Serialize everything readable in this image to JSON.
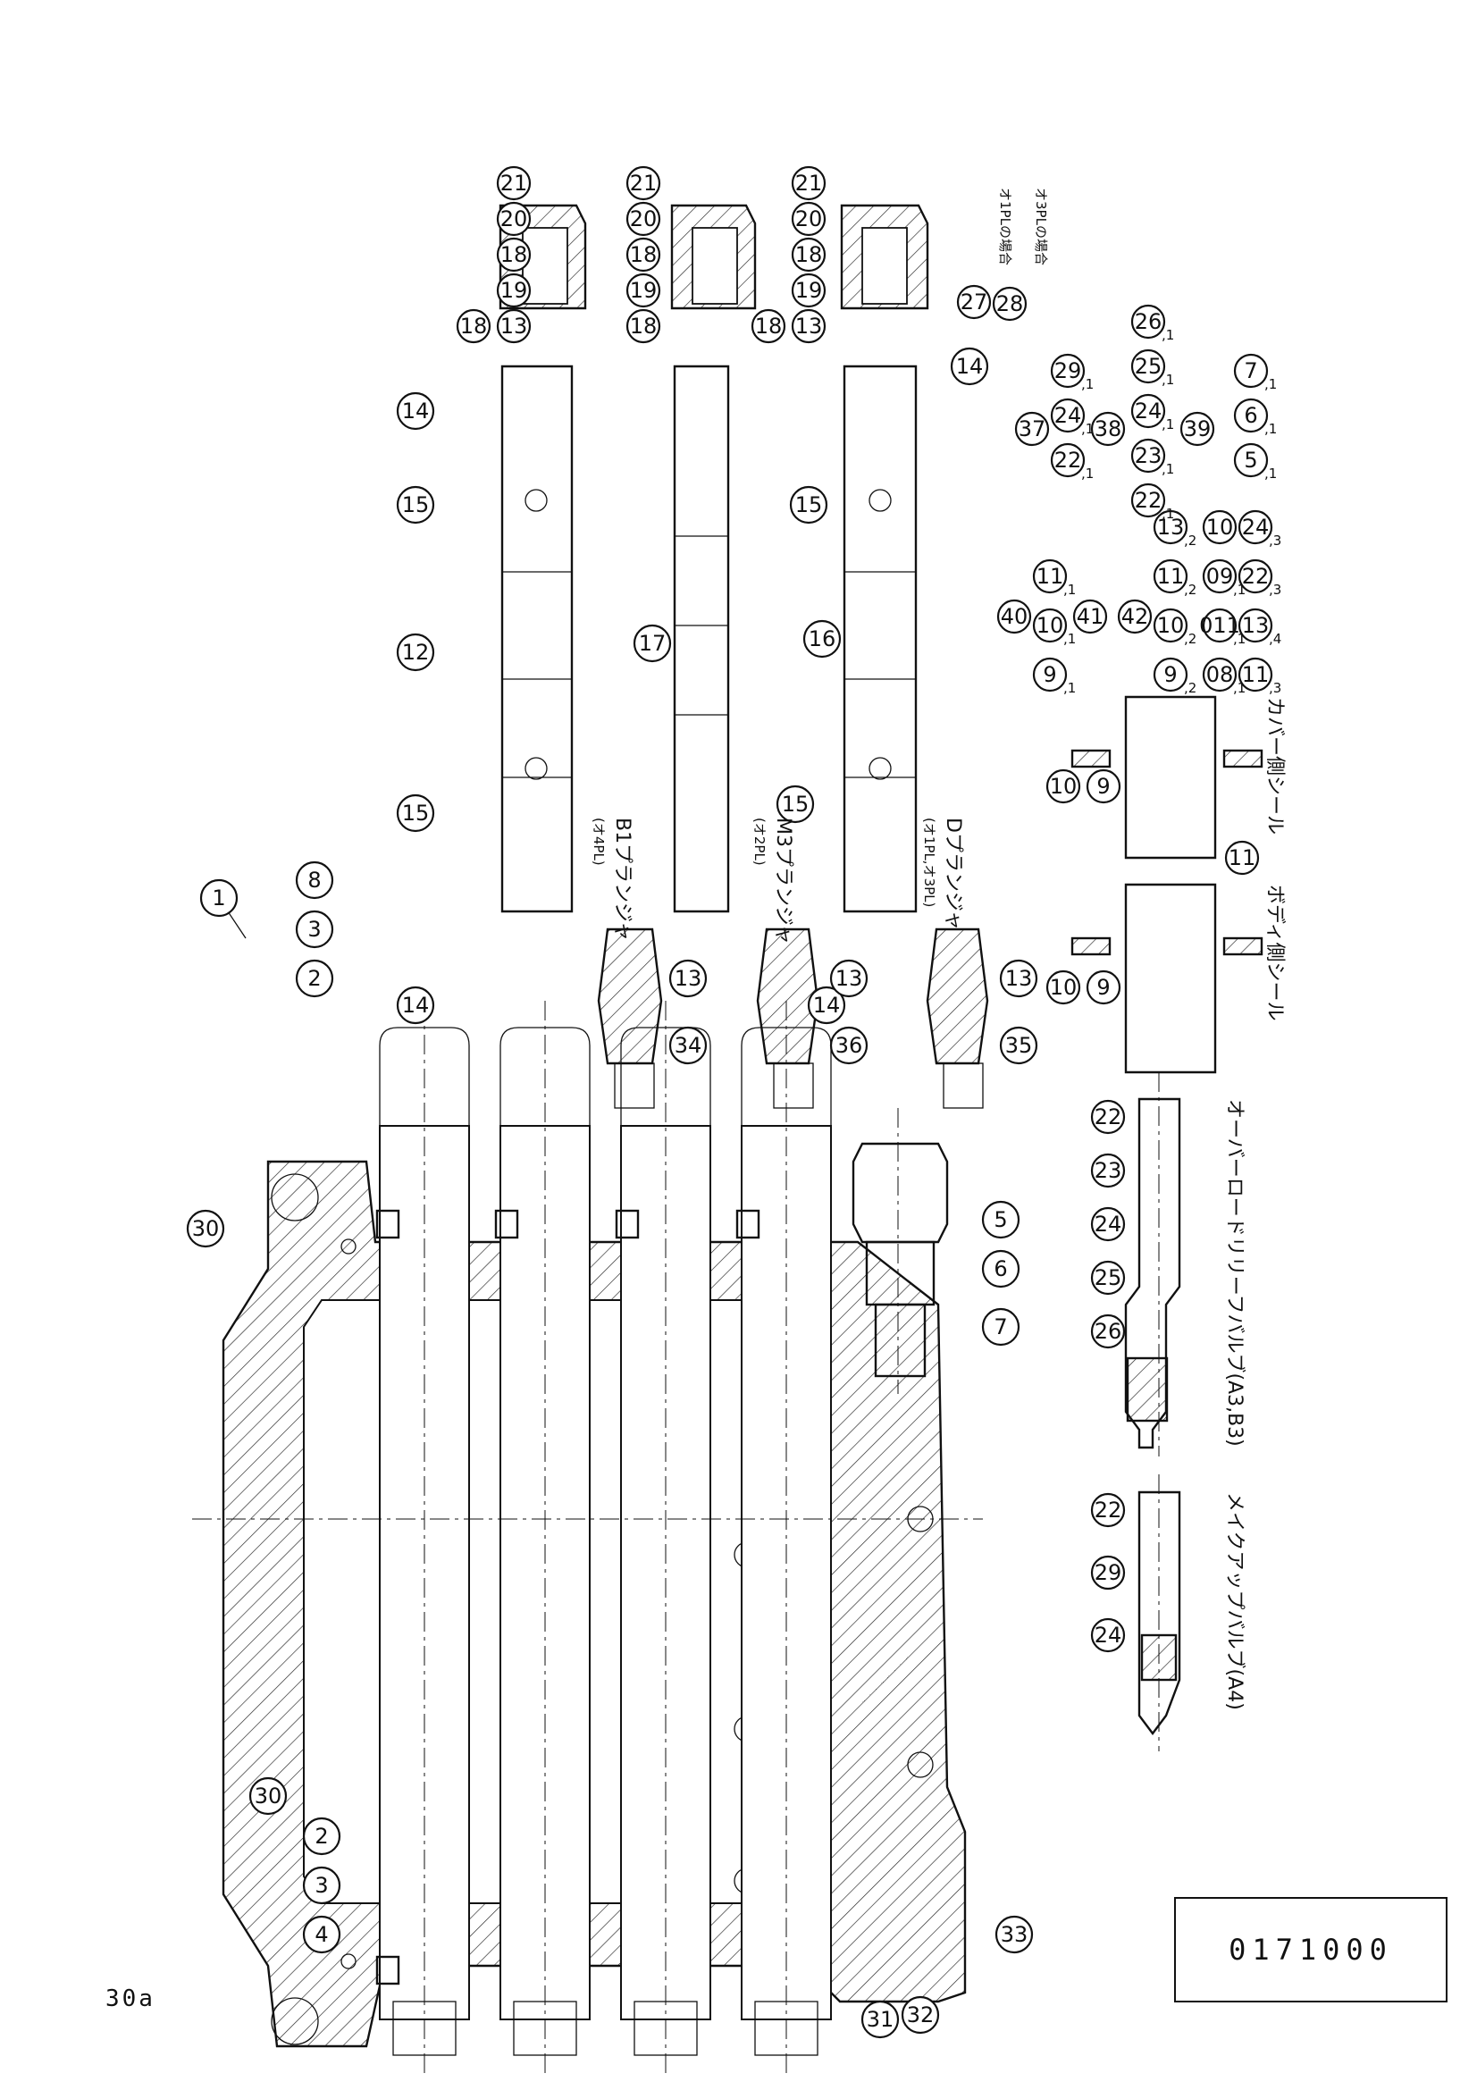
{
  "page_number": "30a",
  "drawing_code": "0171000",
  "callouts": {
    "body": [
      "1",
      "2",
      "3",
      "8",
      "30",
      "5",
      "6",
      "7",
      "30",
      "2",
      "3",
      "4",
      "32",
      "31",
      "33"
    ],
    "plungers_top": [
      "14",
      "15",
      "12",
      "15",
      "14",
      "17",
      "16",
      "15",
      "14",
      "14",
      "15",
      "13",
      "34",
      "13",
      "36",
      "13",
      "35"
    ],
    "caps": [
      "21",
      "20",
      "18",
      "19",
      "13",
      "18",
      "21",
      "20",
      "18",
      "19",
      "18",
      "21",
      "20",
      "18",
      "19",
      "13",
      "18",
      "27",
      "28"
    ],
    "sets": [
      "40",
      "9",
      "10",
      "11",
      "41",
      "42",
      "9",
      "10",
      "11",
      "13",
      "08",
      "011",
      "09",
      "10",
      "11",
      "13",
      "22",
      "24",
      "37",
      "22",
      "24",
      "29",
      "38",
      "22",
      "23",
      "24",
      "25",
      "26",
      "39",
      "5",
      "6",
      "7"
    ],
    "seals": [
      "9",
      "10",
      "9",
      "10",
      "11"
    ],
    "relief": [
      "22",
      "23",
      "24",
      "25",
      "26"
    ],
    "makeup": [
      "22",
      "29",
      "24"
    ]
  },
  "labels": {
    "plunger_b1": "B1プランジャ",
    "plunger_b1_sub": "(オ4PL)",
    "plunger_m3": "M3プランジャ",
    "plunger_m3_sub": "(オ2PL)",
    "plunger_d": "Dプランジャ",
    "plunger_d_sub": "(オ1PL,オ3PL)",
    "note_27": "オ1PLの場合",
    "note_28": "オ3PLの場合",
    "seal_body_side": "ボディ側シール",
    "seal_cover_side": "カバー側シール",
    "overload_relief": "オーバーロードリリーフバルブ(A3,B3)",
    "makeup_valve": "メイクアップバルブ(A4)"
  },
  "set_qty": {
    "s40": [
      ",1",
      ",1",
      ",1"
    ],
    "s41": [
      ",2",
      ",2",
      ",2",
      ",2"
    ],
    "s42": [
      ",1",
      ",1",
      ",1",
      ",3",
      ",4",
      ",3",
      ",3"
    ],
    "s37": [
      ",1",
      ",1",
      ",1"
    ],
    "s38": [
      ",1",
      ",1",
      ",1",
      ",1",
      ",1"
    ],
    "s39": [
      ",1",
      ",1",
      ",1"
    ]
  }
}
